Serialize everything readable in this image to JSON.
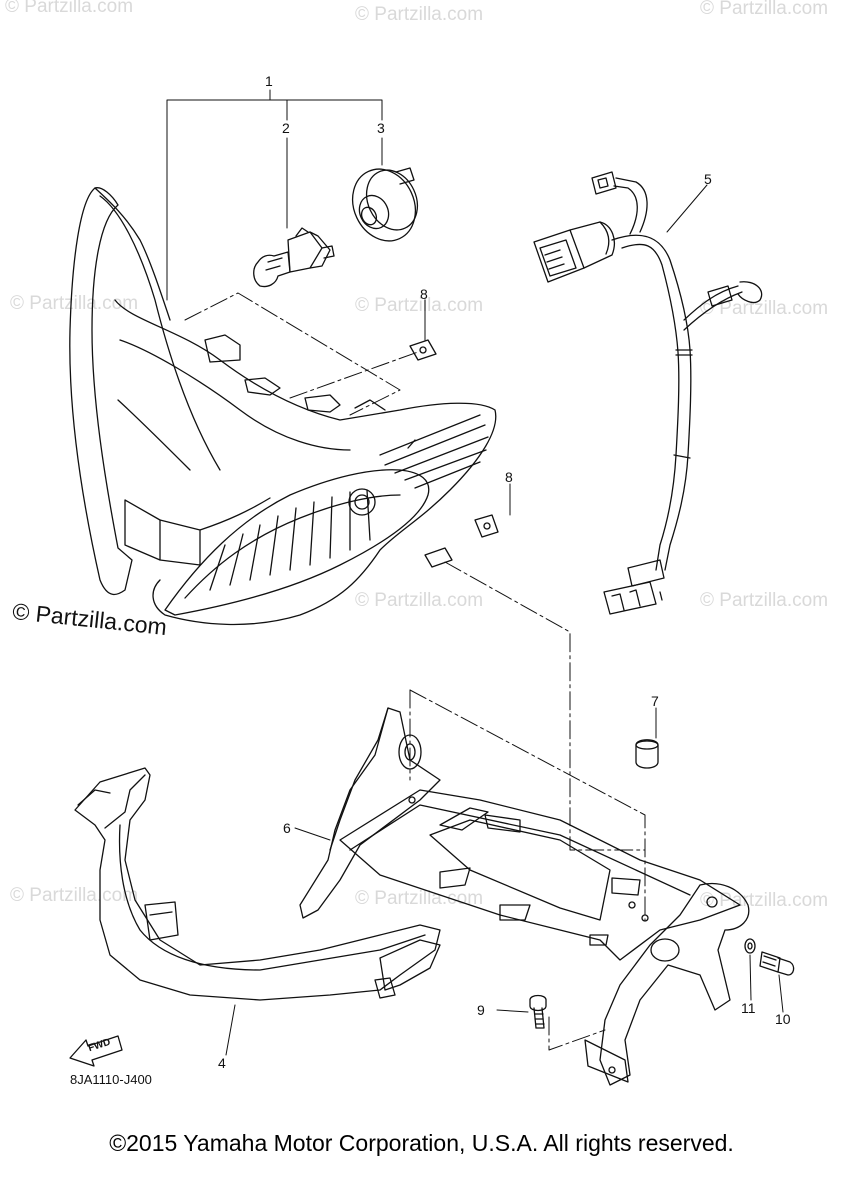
{
  "watermark": "© Partzilla.com",
  "watermark_main": "© Partzilla.com",
  "parts": [
    {
      "number": "1"
    },
    {
      "number": "2"
    },
    {
      "number": "3"
    },
    {
      "number": "4"
    },
    {
      "number": "5"
    },
    {
      "number": "6"
    },
    {
      "number": "7"
    },
    {
      "number": "8"
    },
    {
      "number": "8"
    },
    {
      "number": "9"
    },
    {
      "number": "10"
    },
    {
      "number": "11"
    }
  ],
  "fwd_label": "FWD",
  "diagram_code": "8JA1110-J400",
  "copyright": "©2015 Yamaha Motor Corporation, U.S.A. All rights reserved."
}
